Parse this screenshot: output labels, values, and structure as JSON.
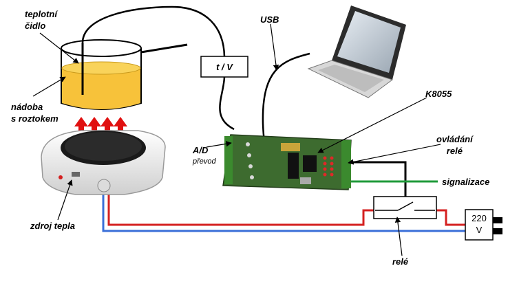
{
  "labels": {
    "sensor_line1": "teplotní",
    "sensor_line2": "čidlo",
    "vessel_line1": "nádoba",
    "vessel_line2": "s roztokem",
    "heat_source": "zdroj tepla",
    "converter": "t / V",
    "usb": "USB",
    "board": "K8055",
    "ad_line1": "A/D",
    "ad_line2": "převod",
    "relay_control_line1": "ovládání",
    "relay_control_line2": "relé",
    "signaling": "signalizace",
    "relay": "relé",
    "voltage_value": "220",
    "voltage_unit": "V"
  },
  "colors": {
    "liquid": "#f7c23a",
    "wire_red": "#d42020",
    "wire_blue": "#3a6fd8",
    "wire_green": "#1f9a3a",
    "wire_black": "#000000",
    "pcb": "#3d6b2f",
    "arrow_heat": "#e01010"
  }
}
